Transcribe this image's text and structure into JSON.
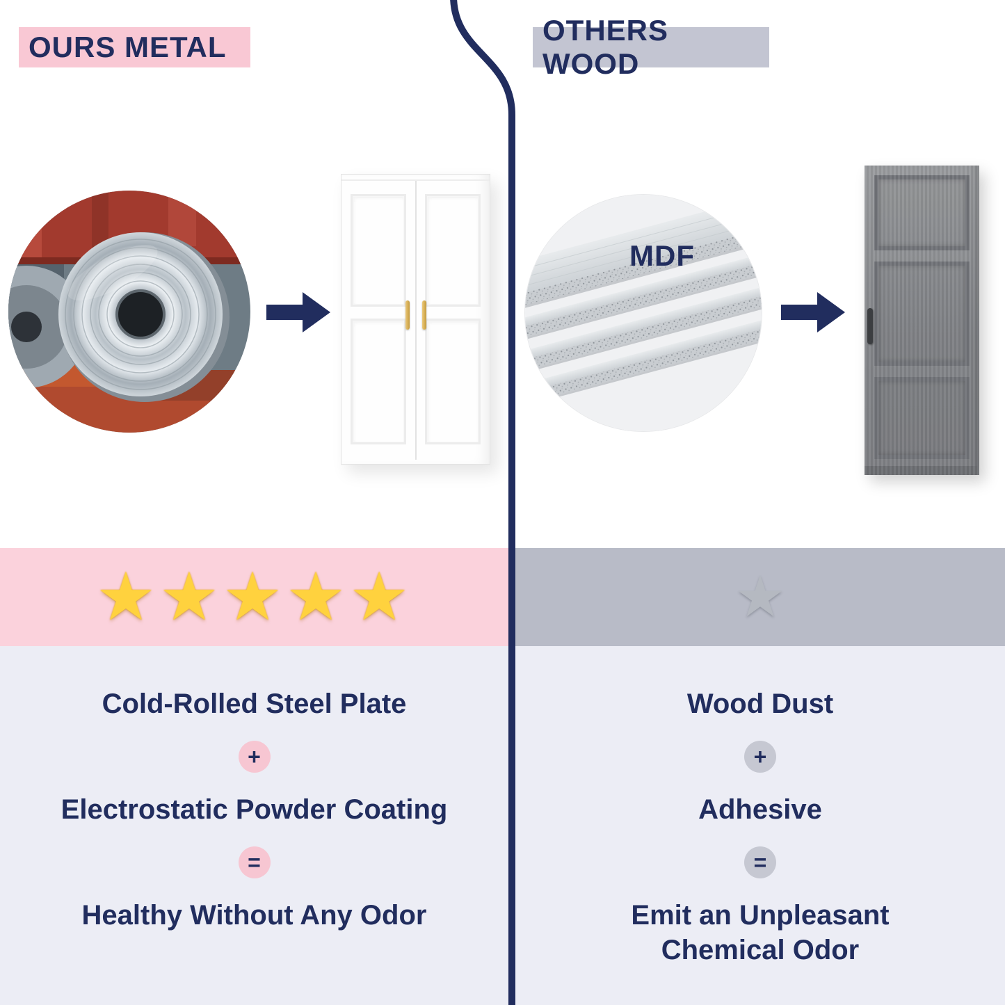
{
  "left": {
    "header": "OURS METAL",
    "stars": "★★★★★",
    "line1": "Cold-Rolled Steel Plate",
    "op1": "+",
    "line2": "Electrostatic Powder Coating",
    "op2": "=",
    "line3": "Healthy Without Any Odor"
  },
  "right": {
    "header": "OTHERS WOOD",
    "mdf_label": "MDF",
    "stars": "★",
    "line1": "Wood Dust",
    "op1": "+",
    "line2": "Adhesive",
    "op2": "=",
    "line3": "Emit an Unpleasant Chemical Odor"
  },
  "colors": {
    "navy": "#212d5e",
    "pink": "#f9c8d4",
    "pink_band": "#fbd2dc",
    "pink_op": "#f7c6d2",
    "gray_header": "#c3c5d2",
    "gray_band": "#b8bbc7",
    "gray_op": "#c6c8d2",
    "bottom_bg": "#ecedf5",
    "gold_star": "#ffd23e",
    "silver_star": "#b5b9c1"
  }
}
